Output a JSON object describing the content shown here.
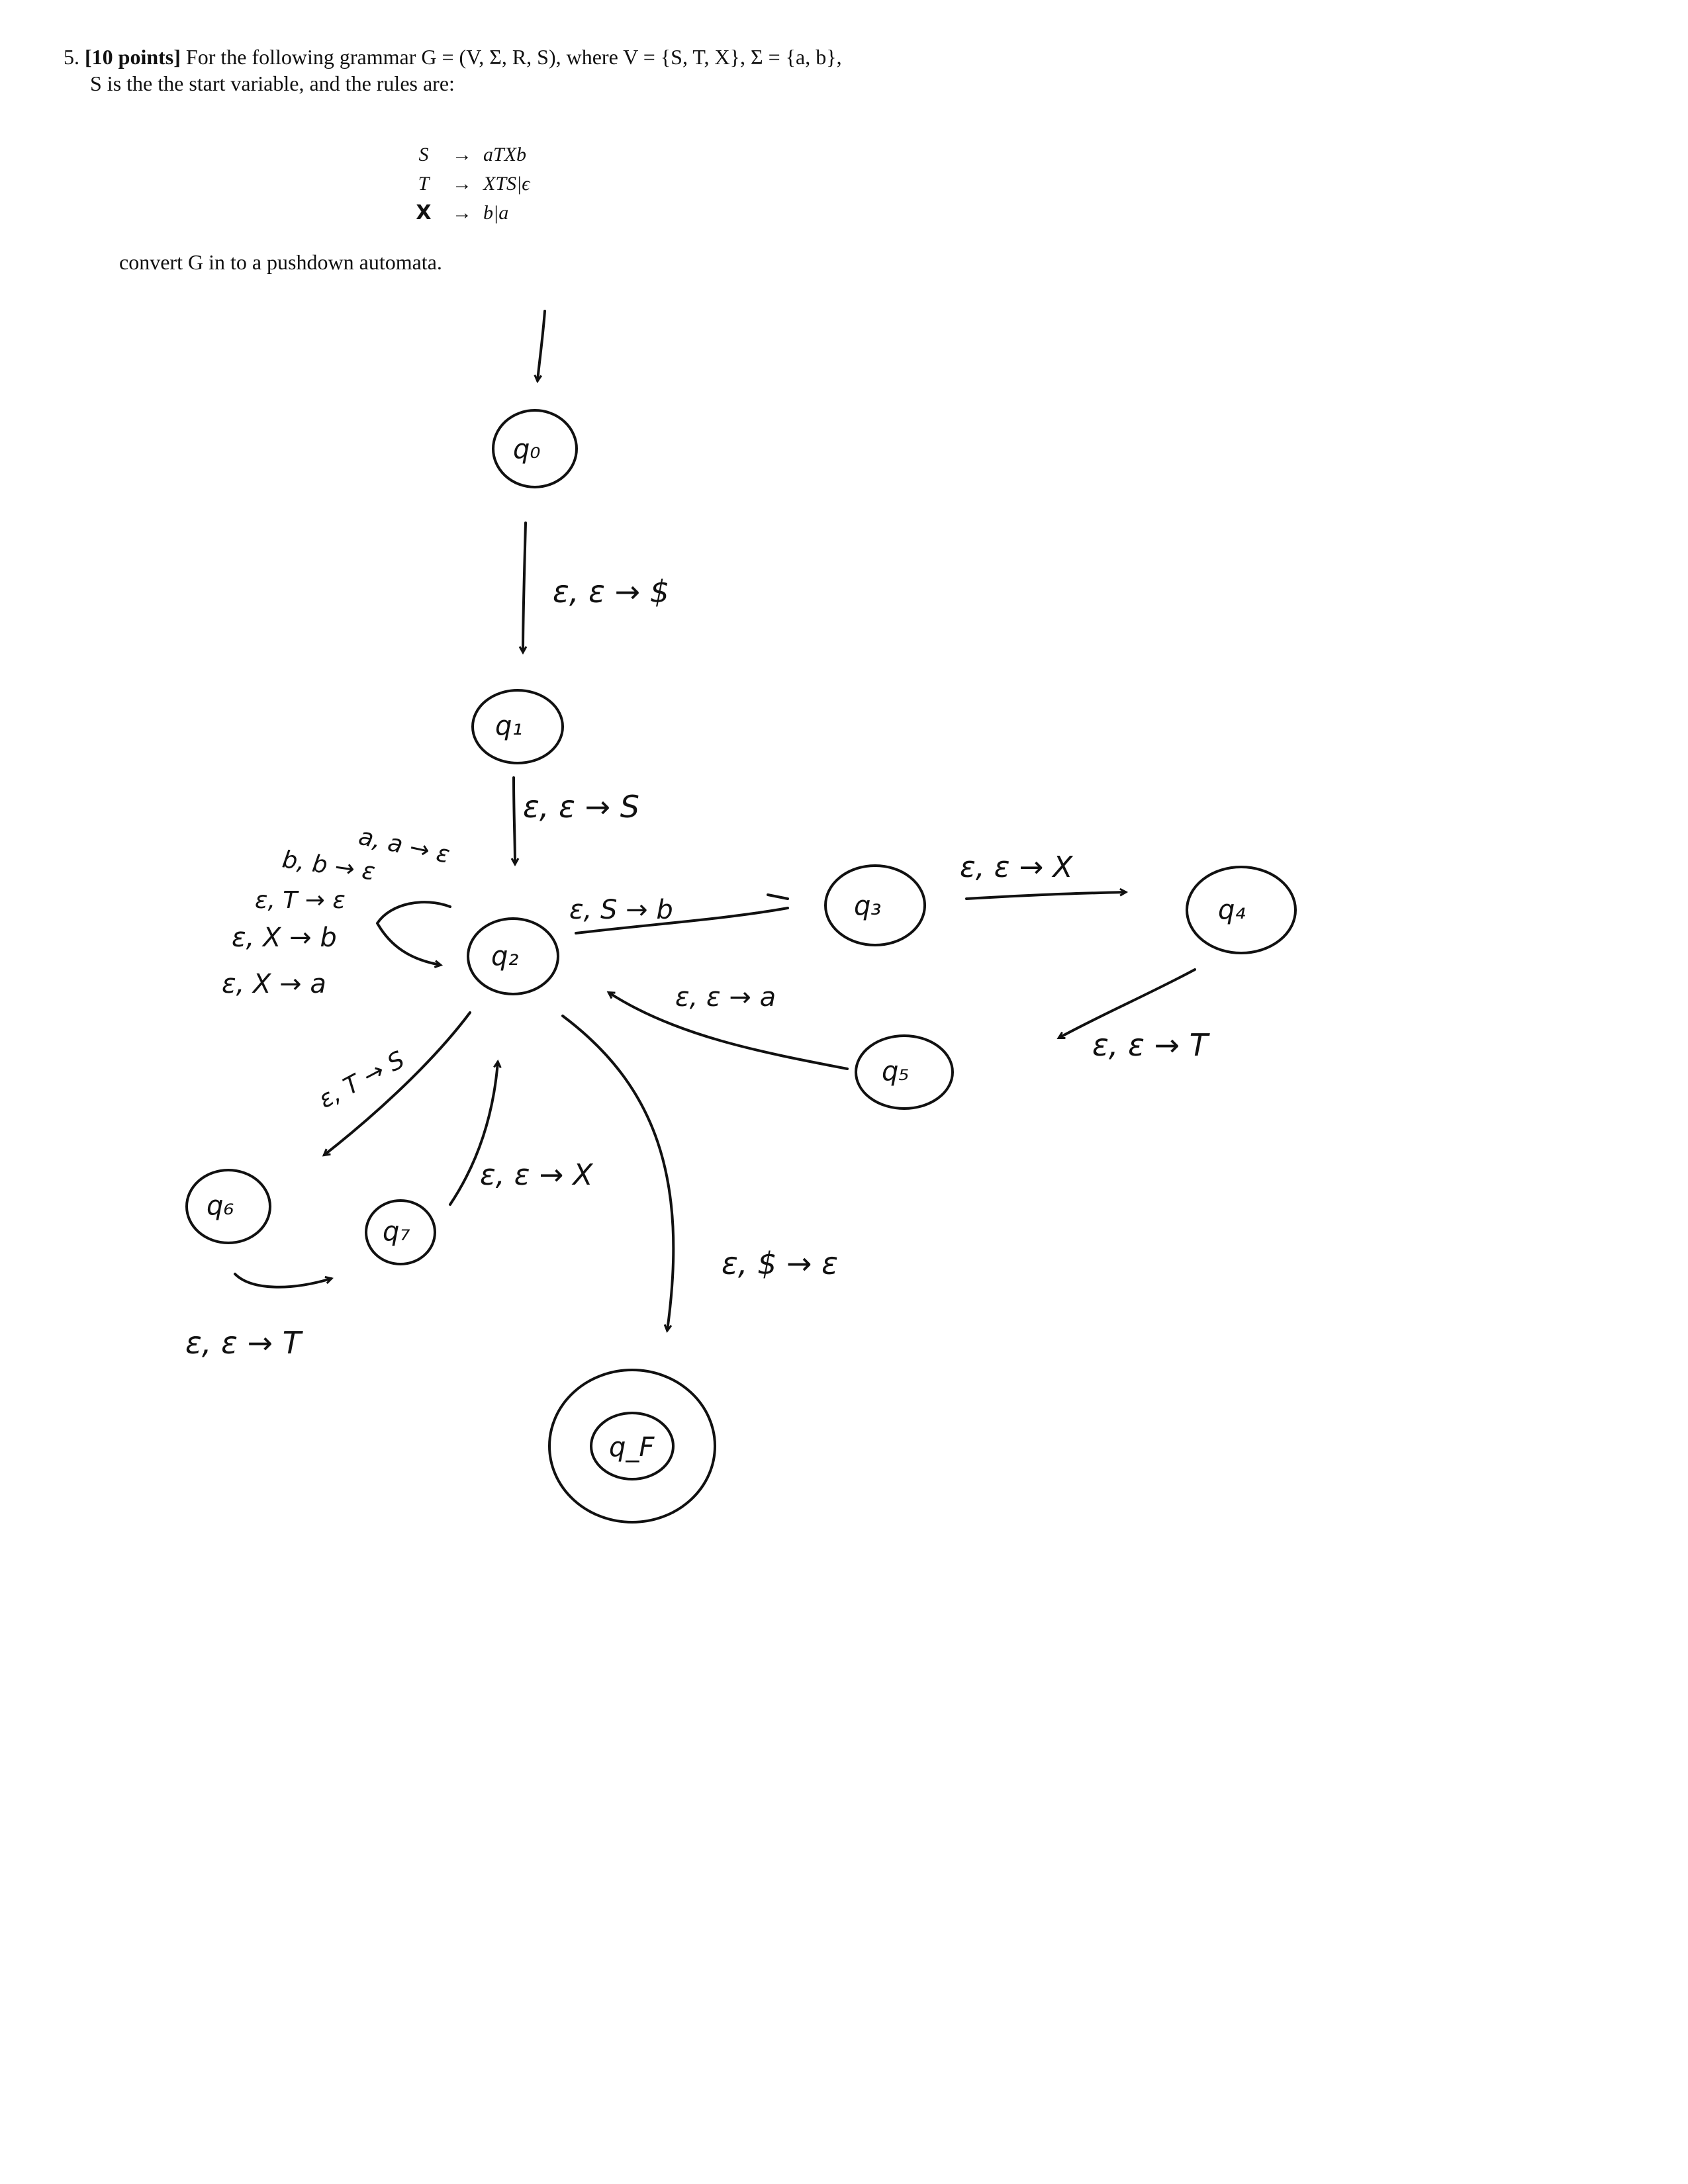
{
  "problem": {
    "number": "5.",
    "points": "[10 points]",
    "statement_line1": "For the following grammar G = (V, Σ, R, S), where V = {S, T, X}, Σ = {a, b},",
    "statement_line2": "S is the the start variable, and the rules are:"
  },
  "rules": [
    {
      "lhs": "S",
      "arrow": "→",
      "rhs": "aTXb"
    },
    {
      "lhs": "T",
      "arrow": "→",
      "rhs": "XTS|ϵ"
    },
    {
      "lhs": "X",
      "arrow": "→",
      "rhs": "b|a"
    }
  ],
  "instruction": "convert G in to a pushdown automata.",
  "automaton": {
    "states": {
      "q0": "q₀",
      "q1": "q₁",
      "q2": "q₂",
      "q3": "q₃",
      "q4": "q₄",
      "q5": "q₅",
      "q6": "q₆",
      "q7": "q₇",
      "qf": "q_F"
    },
    "transitions": {
      "q0_q1": "ε, ε → $",
      "q1_q2": "ε, ε → S",
      "q2_q3": "ε, S → b",
      "q3_q4": "ε, ε → X",
      "q4_q5": "ε, ε → T",
      "q5_q2": "ε, ε → a",
      "q2_qf": "ε, $ → ε",
      "q2_q6": "ε, T → S",
      "q6_q7": "ε, ε → T",
      "q7_q2": "ε, ε → X",
      "loop_1": "a, a → ε",
      "loop_2": "b, b → ε",
      "loop_3": "ε, T → ε",
      "loop_4": "ε, X → b",
      "loop_5": "ε, X → a"
    }
  }
}
